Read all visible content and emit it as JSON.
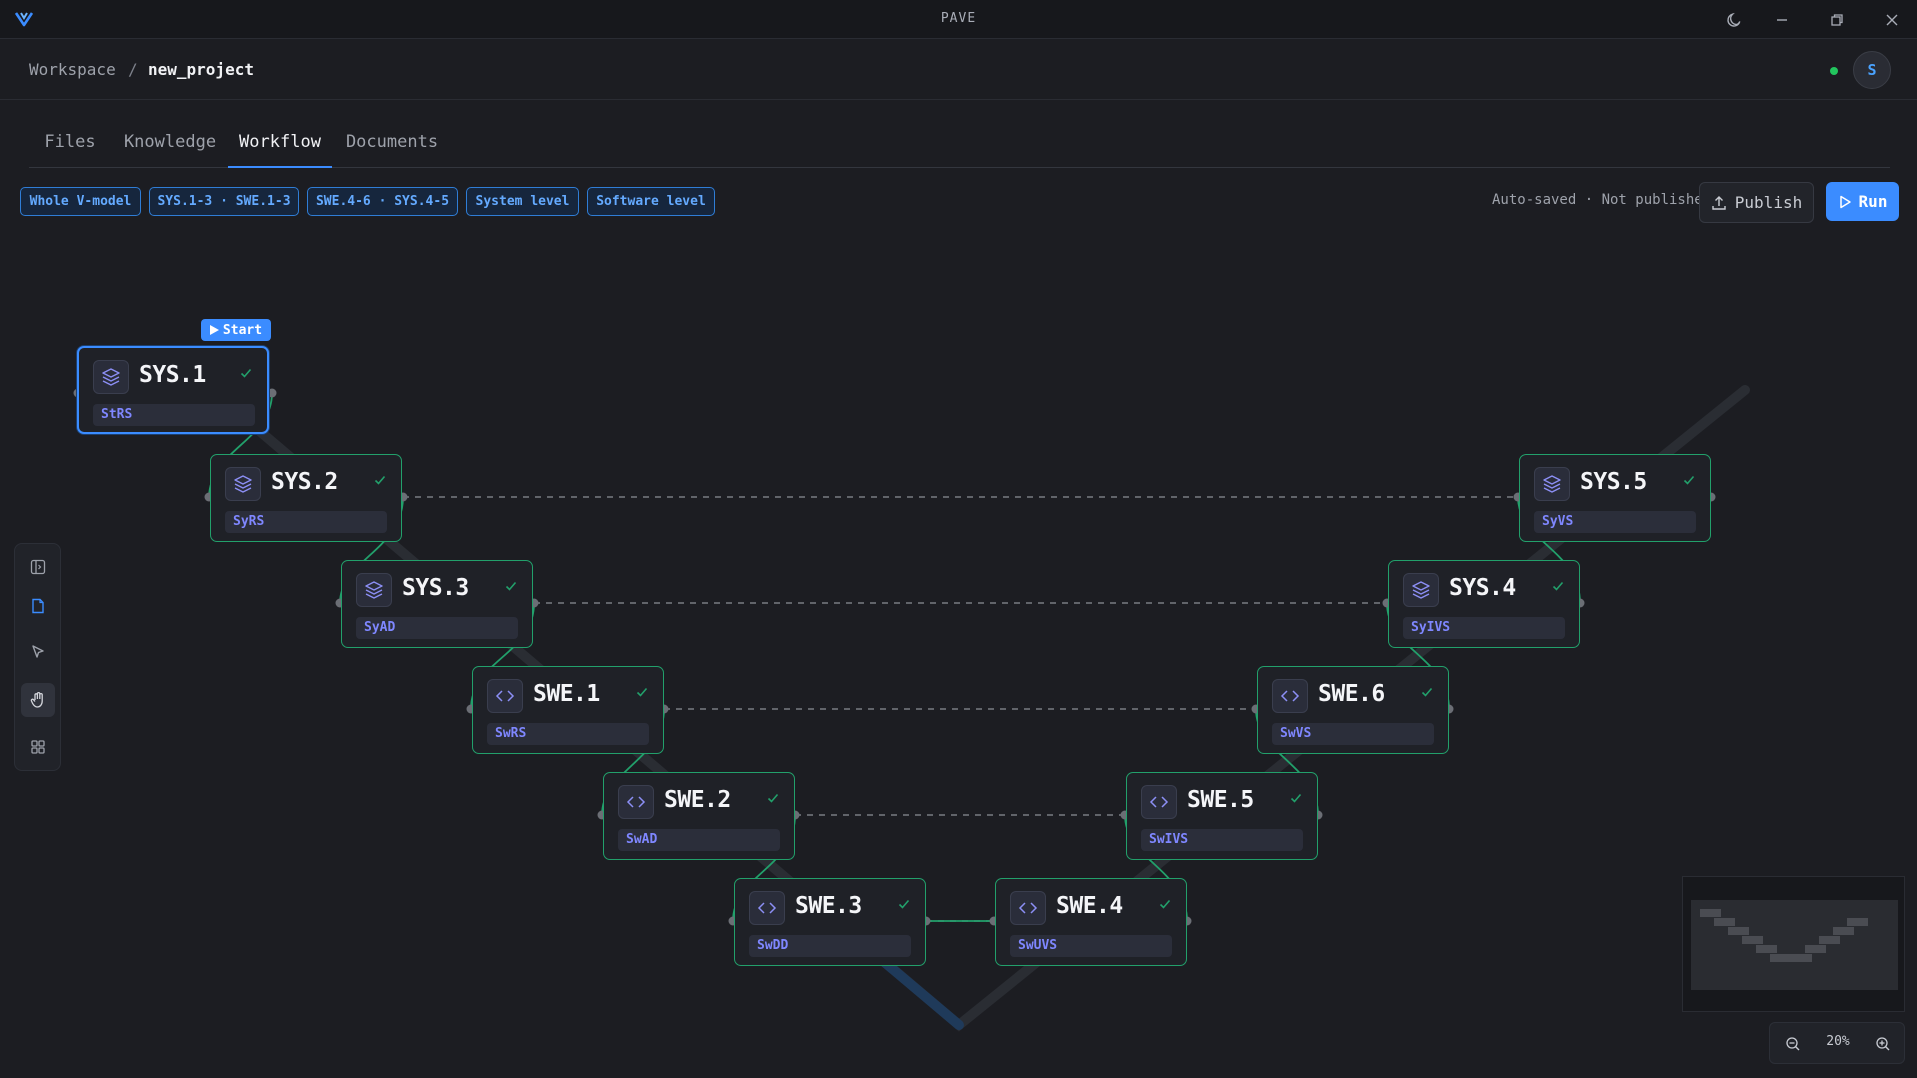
{
  "app": {
    "title": "PAVE"
  },
  "breadcrumb": {
    "root": "Workspace",
    "separator": "/",
    "current": "new_project"
  },
  "user": {
    "initial": "S",
    "online": true
  },
  "tabs": [
    {
      "label": "Files",
      "active": false
    },
    {
      "label": "Knowledge",
      "active": false
    },
    {
      "label": "Workflow",
      "active": true
    },
    {
      "label": "Documents",
      "active": false
    }
  ],
  "filters": [
    "Whole V-model",
    "SYS.1-3 · SWE.1-3",
    "SWE.4-6 · SYS.4-5",
    "System level",
    "Software level"
  ],
  "status": {
    "save_text": "Auto-saved · Not published"
  },
  "actions": {
    "publish_label": "Publish",
    "run_label": "Run"
  },
  "start_badge": "Start",
  "nodes": [
    {
      "id": "SYS.1",
      "sub": "StRS",
      "icon": "layers-icon",
      "done": true
    },
    {
      "id": "SYS.2",
      "sub": "SyRS",
      "icon": "layers-icon",
      "done": true
    },
    {
      "id": "SYS.3",
      "sub": "SyAD",
      "icon": "layers-icon",
      "done": true
    },
    {
      "id": "SWE.1",
      "sub": "SwRS",
      "icon": "code-icon",
      "done": true
    },
    {
      "id": "SWE.2",
      "sub": "SwAD",
      "icon": "code-icon",
      "done": true
    },
    {
      "id": "SWE.3",
      "sub": "SwDD",
      "icon": "code-icon",
      "done": true
    },
    {
      "id": "SWE.4",
      "sub": "SwUVS",
      "icon": "code-icon",
      "done": true
    },
    {
      "id": "SWE.5",
      "sub": "SwIVS",
      "icon": "code-icon",
      "done": true
    },
    {
      "id": "SWE.6",
      "sub": "SwVS",
      "icon": "code-icon",
      "done": true
    },
    {
      "id": "SYS.4",
      "sub": "SyIVS",
      "icon": "layers-icon",
      "done": true
    },
    {
      "id": "SYS.5",
      "sub": "SyVS",
      "icon": "layers-icon",
      "done": true
    }
  ],
  "zoom": {
    "level": "20%"
  },
  "colors": {
    "accent": "#3b8cff",
    "node_border": "#22a06b",
    "online": "#22c55e",
    "sub_text": "#7f87ff"
  }
}
